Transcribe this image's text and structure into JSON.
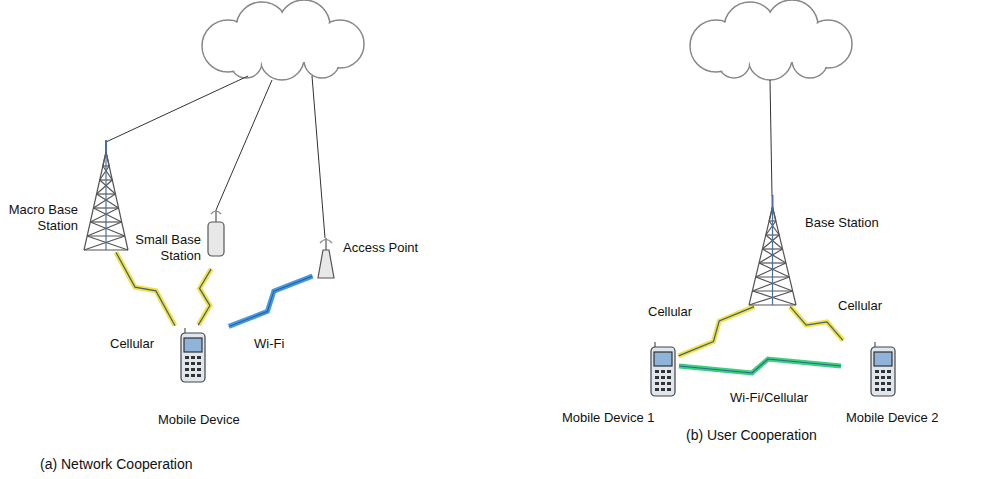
{
  "diagram": {
    "nodes": [
      {
        "text": [
          "Macro Base Station"
        ]
      },
      {
        "text": [
          "Small Base Station"
        ]
      },
      {
        "text": [
          "Access Point"
        ]
      },
      {
        "text": [
          "Mobile Device"
        ]
      },
      {
        "text": [
          "Base Station"
        ]
      },
      {
        "text": [
          "Mobile Device 1"
        ]
      },
      {
        "text": [
          "Mobile Device 2"
        ]
      }
    ],
    "edges": [
      {
        "from": 0,
        "to": 3,
        "label": "Cellular",
        "arrow": "none"
      },
      {
        "from": 1,
        "to": 3,
        "arrow": "none"
      },
      {
        "from": 2,
        "to": 3,
        "label": "Wi-Fi",
        "arrow": "none"
      },
      {
        "from": 4,
        "to": 5,
        "label": "Cellular",
        "arrow": "none"
      },
      {
        "from": 4,
        "to": 6,
        "label": "Cellular",
        "arrow": "none"
      },
      {
        "from": 5,
        "to": 6,
        "label": "Wi-Fi/Cellular",
        "arrow": "none"
      }
    ],
    "labels": [
      "(a) Network Cooperation",
      "(b) User Cooperation"
    ]
  }
}
